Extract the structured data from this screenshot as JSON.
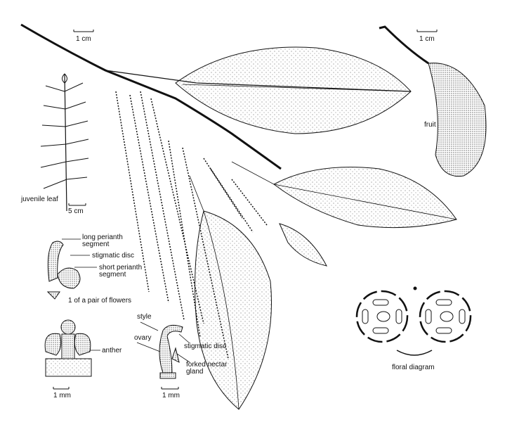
{
  "labels": {
    "scale_branch": "1 cm",
    "scale_fruit": "1 cm",
    "fruit": "fruit",
    "juvenile_leaf": "juvenile leaf",
    "scale_juvenile": "5 cm",
    "long_perianth_1": "long perianth",
    "long_perianth_2": "segment",
    "stigmatic_disc_a": "stigmatic disc",
    "short_perianth_1": "short perianth",
    "short_perianth_2": "segment",
    "pair_of_flowers": "1 of a pair of flowers",
    "anther": "anther",
    "scale_anther": "1 mm",
    "style": "style",
    "ovary": "ovary",
    "stigmatic_disc_b": "stigmatic disc",
    "nectar_1": "forked nectar",
    "nectar_2": "gland",
    "scale_ovary": "1 mm",
    "floral_diagram": "floral diagram"
  },
  "colors": {
    "ink": "#111111",
    "background": "#ffffff"
  }
}
